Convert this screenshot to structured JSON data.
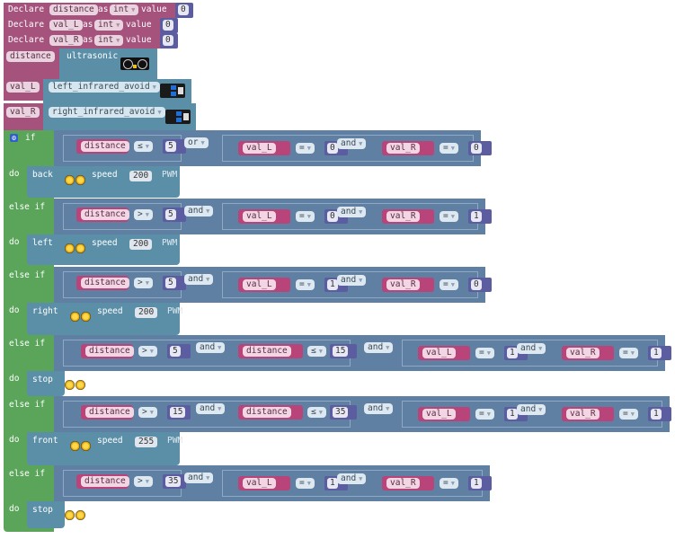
{
  "declarations": [
    {
      "keyword": "Declare",
      "name": "distance",
      "as": "as",
      "type": "int",
      "value_label": "value",
      "value": "0"
    },
    {
      "keyword": "Declare",
      "name": "val_L",
      "as": "as",
      "type": "int",
      "value_label": "value",
      "value": "0"
    },
    {
      "keyword": "Declare",
      "name": "val_R",
      "as": "as",
      "type": "int",
      "value_label": "value",
      "value": "0"
    }
  ],
  "assignments": [
    {
      "var": "distance",
      "source": "ultrasonic",
      "icon": "ultrasonic-sensor-icon"
    },
    {
      "var": "val_L",
      "source": "left_infrared_avoid",
      "icon": "infrared-sensor-icon"
    },
    {
      "var": "val_R",
      "source": "right_infrared_avoid",
      "icon": "infrared-sensor-icon"
    }
  ],
  "if_block": {
    "if_label": "if",
    "else_if_label": "else if",
    "do_label": "do",
    "speed_label": "speed",
    "pwm_label": "PWM",
    "branches": [
      {
        "cond": {
          "var": "distance",
          "op": "≤",
          "val": "5",
          "join": "or",
          "l_var": "val_L",
          "l_op": "=",
          "l_val": "0",
          "inner_join": "and",
          "r_var": "val_R",
          "r_op": "=",
          "r_val": "0"
        },
        "action": {
          "name": "back",
          "speed": "200"
        }
      },
      {
        "cond": {
          "var": "distance",
          "op": ">",
          "val": "5",
          "join": "and",
          "l_var": "val_L",
          "l_op": "=",
          "l_val": "0",
          "inner_join": "and",
          "r_var": "val_R",
          "r_op": "=",
          "r_val": "1"
        },
        "action": {
          "name": "left",
          "speed": "200"
        }
      },
      {
        "cond": {
          "var": "distance",
          "op": ">",
          "val": "5",
          "join": "and",
          "l_var": "val_L",
          "l_op": "=",
          "l_val": "1",
          "inner_join": "and",
          "r_var": "val_R",
          "r_op": "=",
          "r_val": "0"
        },
        "action": {
          "name": "right",
          "speed": "200"
        }
      },
      {
        "cond": {
          "var": "distance",
          "op": ">",
          "val": "5",
          "join1": "and",
          "var2": "distance",
          "op2": "≤",
          "val2": "15",
          "join": "and",
          "l_var": "val_L",
          "l_op": "=",
          "l_val": "1",
          "inner_join": "and",
          "r_var": "val_R",
          "r_op": "=",
          "r_val": "1"
        },
        "action": {
          "name": "stop"
        }
      },
      {
        "cond": {
          "var": "distance",
          "op": ">",
          "val": "15",
          "join1": "and",
          "var2": "distance",
          "op2": "≤",
          "val2": "35",
          "join": "and",
          "l_var": "val_L",
          "l_op": "=",
          "l_val": "1",
          "inner_join": "and",
          "r_var": "val_R",
          "r_op": "=",
          "r_val": "1"
        },
        "action": {
          "name": "front",
          "speed": "255"
        }
      },
      {
        "cond": {
          "var": "distance",
          "op": ">",
          "val": "35",
          "join": "and",
          "l_var": "val_L",
          "l_op": "=",
          "l_val": "1",
          "inner_join": "and",
          "r_var": "val_R",
          "r_op": "=",
          "r_val": "1"
        },
        "action": {
          "name": "stop"
        }
      }
    ]
  },
  "colors": {
    "variable": "#a5537c",
    "sensor": "#5b8fa8",
    "logic": "#5f82a8",
    "control": "#5ba55b",
    "math": "#5c5ca0"
  }
}
